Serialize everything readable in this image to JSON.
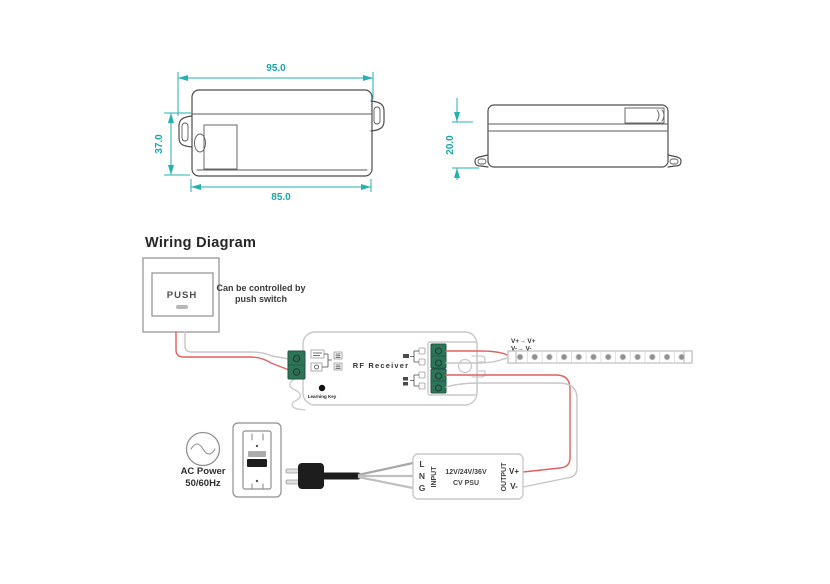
{
  "colors": {
    "dimension_teal": "#23b2b2",
    "wire_red": "#e45f5f",
    "wire_gray": "#c6c6c6",
    "terminal_green": "#2e7459",
    "plug_black": "#1d1d1d",
    "outline_dark": "#4d4d4d",
    "outline_light": "#c9c9c9"
  },
  "section_title": "Wiring Diagram",
  "front_view": {
    "dim_top": "95.0",
    "dim_left": "37.0",
    "dim_bottom": "85.0"
  },
  "side_view": {
    "dim_left": "20.0"
  },
  "push_switch": {
    "button_label": "PUSH",
    "note": [
      "Can be controlled by",
      "push switch"
    ]
  },
  "receiver": {
    "name": "RF Receiver",
    "learning_key_label": "Learning Key"
  },
  "led_strip": {
    "wire_labels": [
      "V+→ V+",
      "V-→ V-"
    ],
    "led_count": 12
  },
  "ac_source": {
    "labels": [
      "AC Power",
      "50/60Hz"
    ]
  },
  "psu": {
    "input_terminals": [
      "L",
      "N",
      "G"
    ],
    "input_label": "INPUT",
    "model": [
      "12V/24V/36V",
      "CV PSU"
    ],
    "output_label": "OUTPUT",
    "output_terminals": [
      "V+",
      "V-"
    ]
  }
}
